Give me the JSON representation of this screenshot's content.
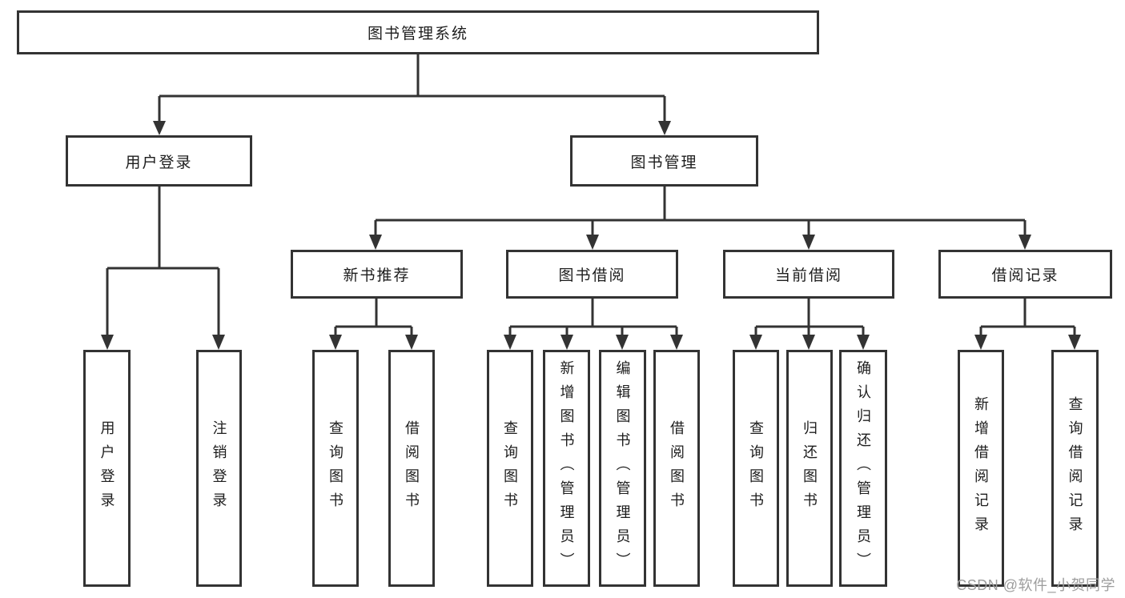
{
  "diagram": {
    "root": {
      "label": "图书管理系统"
    },
    "branches": [
      {
        "label": "用户登录",
        "children": [
          {
            "label": "用户登录"
          },
          {
            "label": "注销登录"
          }
        ]
      },
      {
        "label": "图书管理",
        "children": [
          {
            "label": "新书推荐",
            "children": [
              {
                "label": "查询图书"
              },
              {
                "label": "借阅图书"
              }
            ]
          },
          {
            "label": "图书借阅",
            "children": [
              {
                "label": "查询图书"
              },
              {
                "label": "新增图书（管理员）"
              },
              {
                "label": "编辑图书（管理员）"
              },
              {
                "label": "借阅图书"
              }
            ]
          },
          {
            "label": "当前借阅",
            "children": [
              {
                "label": "查询图书"
              },
              {
                "label": "归还图书"
              },
              {
                "label": "确认归还（管理员）"
              }
            ]
          },
          {
            "label": "借阅记录",
            "children": [
              {
                "label": "新增借阅记录"
              },
              {
                "label": "查询借阅记录"
              }
            ]
          }
        ]
      }
    ]
  },
  "watermark": {
    "text": "CSDN @软件_小贺同学"
  },
  "colors": {
    "line": "#333333",
    "text": "#1d1d1d",
    "box_background": "#ffffff",
    "page_background": "#ffffff",
    "watermark": "#9d9d9d"
  }
}
